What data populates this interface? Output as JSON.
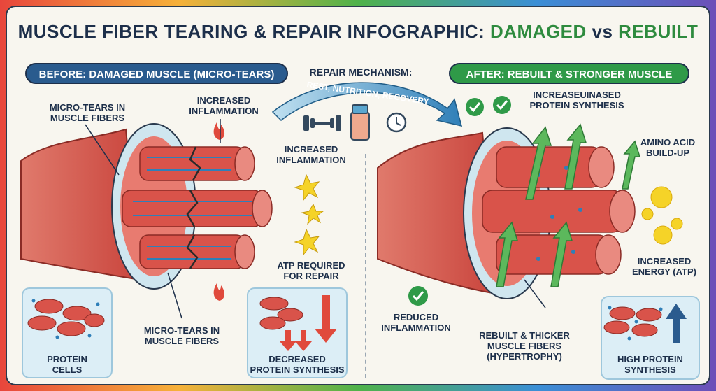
{
  "title": {
    "part1": "MUSCLE FIBER TEARING & REPAIR INFOGRAPHIC: ",
    "part2": "DAMAGED",
    "part3": " vs ",
    "part4": "REBUILT"
  },
  "before": {
    "header": "BEFORE: DAMAGED MUSCLE (MICRO-TEARS)",
    "labels": {
      "micro_tears_top": "MICRO-TEARS IN\nMUSCLE FIBERS",
      "inflammation_top": "INCREASED\nINFLAMMATION",
      "inflammation_mid": "INCREASED\nINFLAMMATION",
      "atp_required": "ATP REQUIRED\nFOR REPAIR",
      "micro_tears_bottom": "MICRO-TEARS IN\nMUSCLE FIBERS",
      "protein_cells": "PROTEIN\nCELLS",
      "decreased_synthesis": "DECREASED\nPROTEIN SYNTHESIS"
    }
  },
  "mechanism": {
    "title": "REPAIR MECHANISM:",
    "subtitle": "REST, NUTRITION, RECOVERY"
  },
  "after": {
    "header": "AFTER: REBUILT & STRONGER MUSCLE",
    "labels": {
      "increased_synthesis": "INCREASEUINASED\nPROTEIN SYNTHESIS",
      "amino_acid": "AMINO ACID\nBUILD-UP",
      "increased_energy": "INCREASED\nENERGY (ATP)",
      "reduced_inflammation": "REDUCED\nINFLAMMATION",
      "rebuilt_fibers": "REBUILT & THICKER\nMUSCLE FIBERS\n(HYPERTROPHY)",
      "high_synthesis": "HIGH PROTEIN\nSYNTHESIS"
    }
  },
  "colors": {
    "muscle": "#d9534a",
    "muscle_dark": "#b83a33",
    "sheath": "#cfe6ef",
    "before_header": "#2a5b8e",
    "after_header": "#2f9a48",
    "arrow_green": "#5cb85c",
    "arrow_red": "#e04a3c",
    "atp_yellow": "#f5d328"
  }
}
